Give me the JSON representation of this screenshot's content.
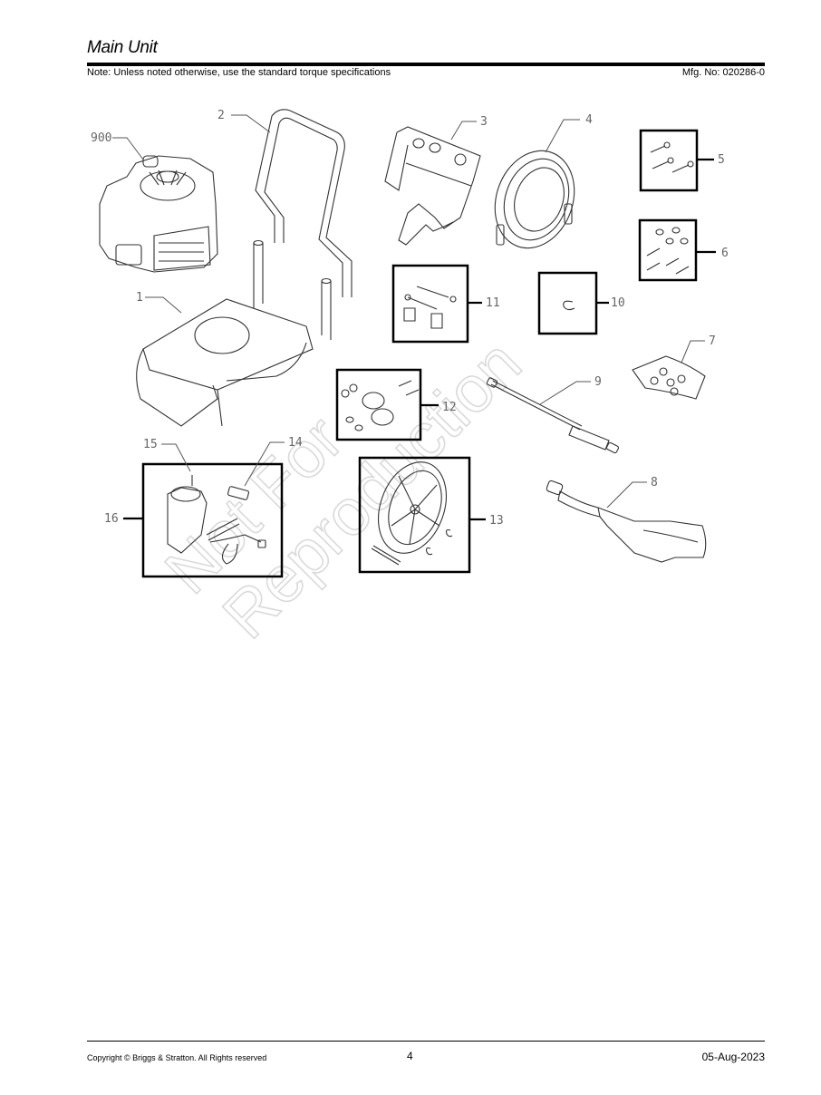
{
  "header": {
    "title": "Main Unit",
    "note": "Note: Unless noted otherwise, use the standard torque specifications",
    "mfg_no": "Mfg. No: 020286-0"
  },
  "diagram": {
    "watermark_line1": "Not For",
    "watermark_line2": "Reproduction",
    "callouts": [
      {
        "id": "900",
        "label": "900",
        "part": "engine"
      },
      {
        "id": "1",
        "label": "1",
        "part": "base-frame"
      },
      {
        "id": "2",
        "label": "2",
        "part": "handle"
      },
      {
        "id": "3",
        "label": "3",
        "part": "hose-wand-holder-bracket"
      },
      {
        "id": "4",
        "label": "4",
        "part": "high-pressure-hose"
      },
      {
        "id": "5",
        "label": "5",
        "part": "bolt-kit"
      },
      {
        "id": "6",
        "label": "6",
        "part": "bolt-washer-kit"
      },
      {
        "id": "7",
        "label": "7",
        "part": "hardware-bag"
      },
      {
        "id": "8",
        "label": "8",
        "part": "spray-gun"
      },
      {
        "id": "9",
        "label": "9",
        "part": "lance-with-nozzles"
      },
      {
        "id": "10",
        "label": "10",
        "part": "e-clip"
      },
      {
        "id": "11",
        "label": "11",
        "part": "handle-knob-kit"
      },
      {
        "id": "12",
        "label": "12",
        "part": "wheel-bearing-kit"
      },
      {
        "id": "13",
        "label": "13",
        "part": "wheel-kit"
      },
      {
        "id": "14",
        "label": "14",
        "part": "quick-connect-fitting"
      },
      {
        "id": "15",
        "label": "15",
        "part": "pin"
      },
      {
        "id": "16",
        "label": "16",
        "part": "pump-assembly"
      }
    ]
  },
  "footer": {
    "copyright": "Copyright ©  Briggs & Stratton. All Rights reserved",
    "page_number": "4",
    "date": "05-Aug-2023"
  }
}
